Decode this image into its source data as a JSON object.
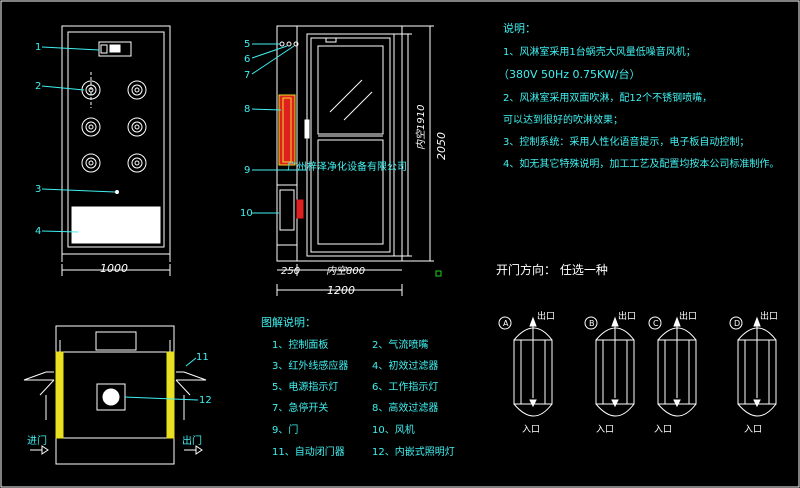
{
  "colors": {
    "line": "#ffffff",
    "annotation": "#40f0f0",
    "accent_red": "#e02020",
    "accent_yellow": "#e8e020",
    "accent_green": "#20d020",
    "panel": "#ffffff"
  },
  "front_view": {
    "callouts": [
      "1",
      "2",
      "3",
      "4"
    ],
    "width_dim": "1000"
  },
  "side_view": {
    "callouts": [
      "5",
      "6",
      "7",
      "8",
      "9",
      "10"
    ],
    "dim_inner_height": "内空1910",
    "dim_total_height": "2050",
    "dim_left": "250",
    "dim_inner_width": "内空800",
    "dim_total_width": "1200",
    "watermark": "广州梓泽净化设备有限公司"
  },
  "notes": {
    "title": "说明：",
    "lines": [
      "1、风淋室采用1台蜗壳大风量低噪音风机；",
      "（380V  50Hz  0.75KW/台）",
      "2、风淋室采用双面吹淋，配12个不锈钢喷嘴，",
      "可以达到很好的吹淋效果；",
      "3、控制系统：采用人性化语音提示，电子板自动控制；",
      "4、如无其它特殊说明，加工工艺及配置均按本公司标准制作。"
    ]
  },
  "legend": {
    "title": "图解说明：",
    "items": [
      [
        "1、控制面板",
        "2、气流喷嘴"
      ],
      [
        "3、红外线感应器",
        "4、初效过滤器"
      ],
      [
        "5、电源指示灯",
        "6、工作指示灯"
      ],
      [
        "7、急停开关",
        "8、高效过滤器"
      ],
      [
        "9、门",
        "10、风机"
      ],
      [
        "11、自动闭门器",
        "12、内嵌式照明灯"
      ]
    ]
  },
  "plan_view": {
    "callout_11": "11",
    "callout_12": "12",
    "entrance": "进门",
    "exit": "出门"
  },
  "door_direction": {
    "title": "开门方向：  任选一种",
    "options": [
      {
        "label": "A",
        "exit": "出口",
        "entrance": "入口"
      },
      {
        "label": "B",
        "exit": "出口",
        "entrance": "入口"
      },
      {
        "label": "C",
        "exit": "出口",
        "entrance": "入口"
      },
      {
        "label": "D",
        "exit": "出口",
        "entrance": "入口"
      }
    ]
  }
}
